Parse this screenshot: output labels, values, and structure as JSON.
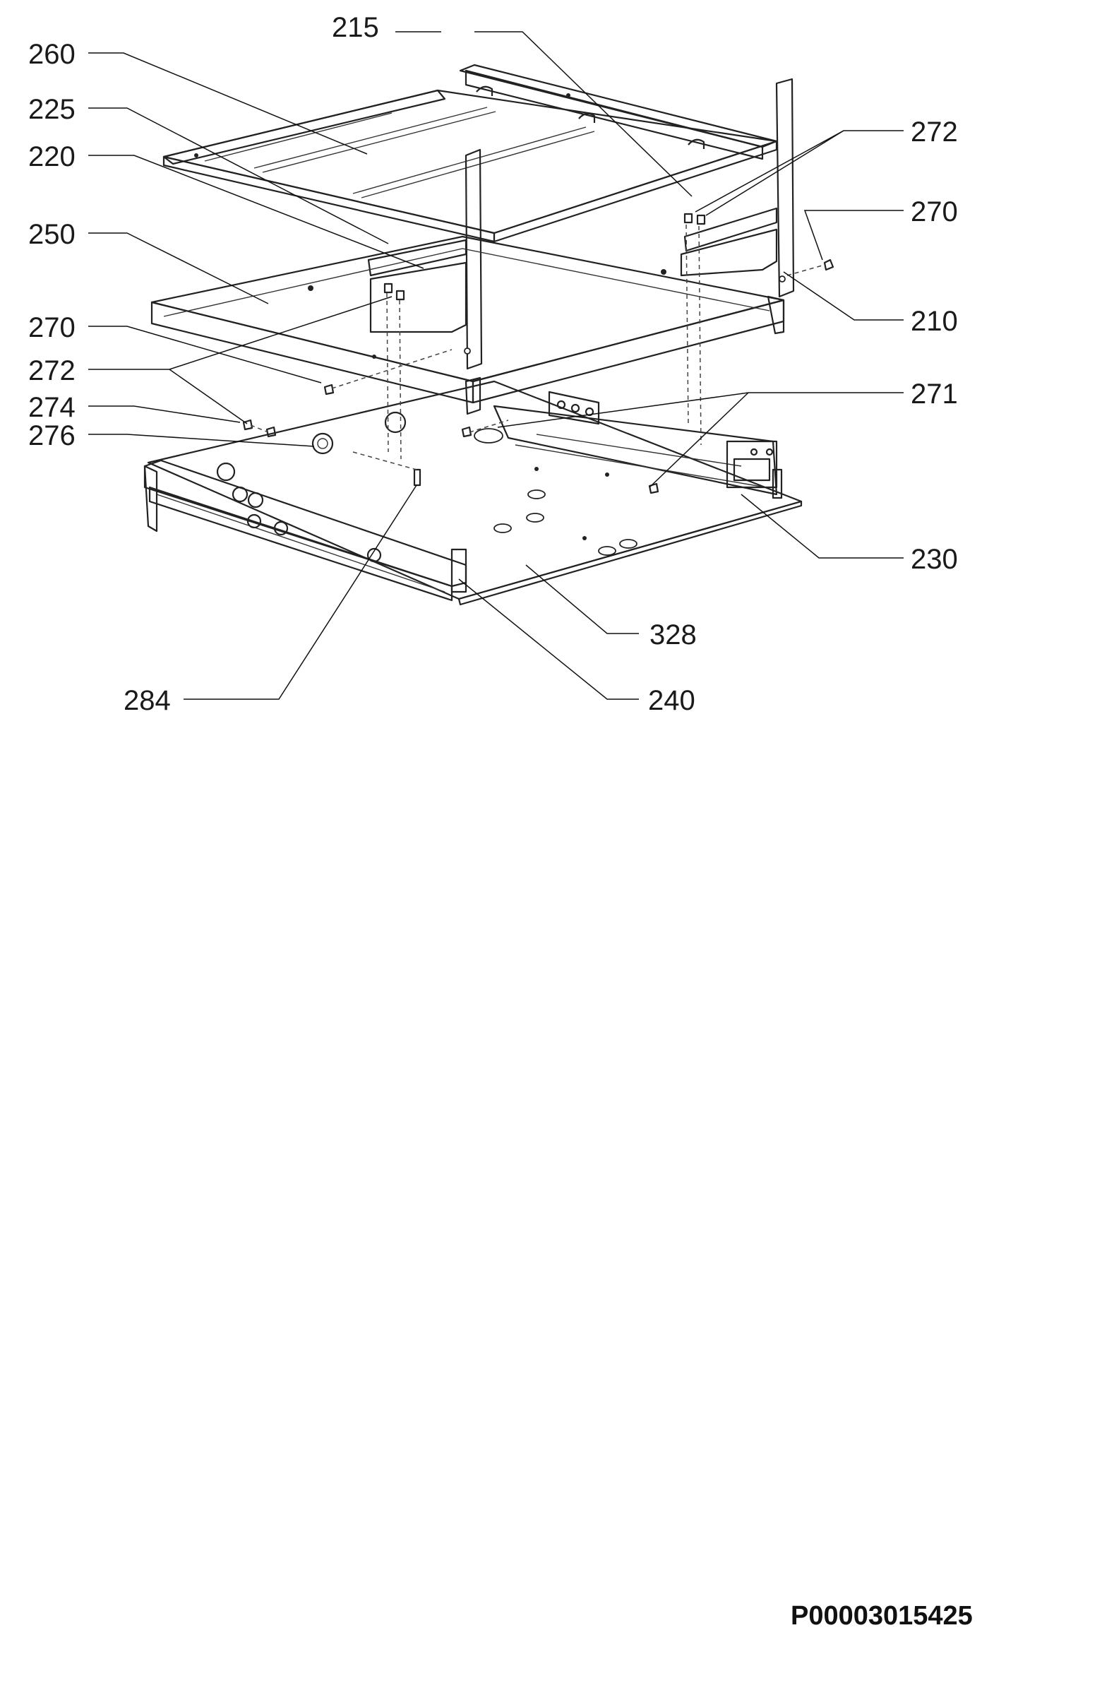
{
  "labels": {
    "l260": "260",
    "l225": "225",
    "l220": "220",
    "l250": "250",
    "l270a": "270",
    "l272a": "272",
    "l274": "274",
    "l276": "276",
    "l215": "215",
    "l272b": "272",
    "l270b": "270",
    "l210": "210",
    "l271": "271",
    "l230": "230",
    "l328": "328",
    "l284": "284",
    "l240": "240"
  },
  "document_code": "P00003015425"
}
